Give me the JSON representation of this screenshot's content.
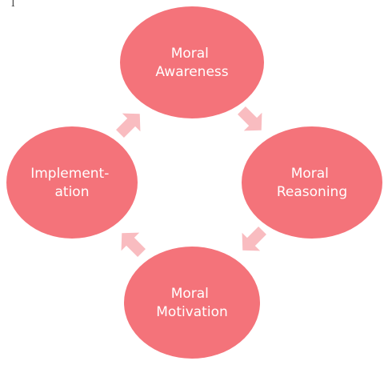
{
  "diagram": {
    "nodes": [
      {
        "lines": [
          "Moral",
          "Awareness"
        ]
      },
      {
        "lines": [
          "Moral",
          "Reasoning"
        ]
      },
      {
        "lines": [
          "Moral",
          "Motivation"
        ]
      },
      {
        "lines": [
          "Implement-",
          "ation"
        ]
      }
    ],
    "colors": {
      "node_fill": "#f4737a",
      "node_text": "#ffffff",
      "arrow_fill": "#f9bcc0"
    }
  }
}
